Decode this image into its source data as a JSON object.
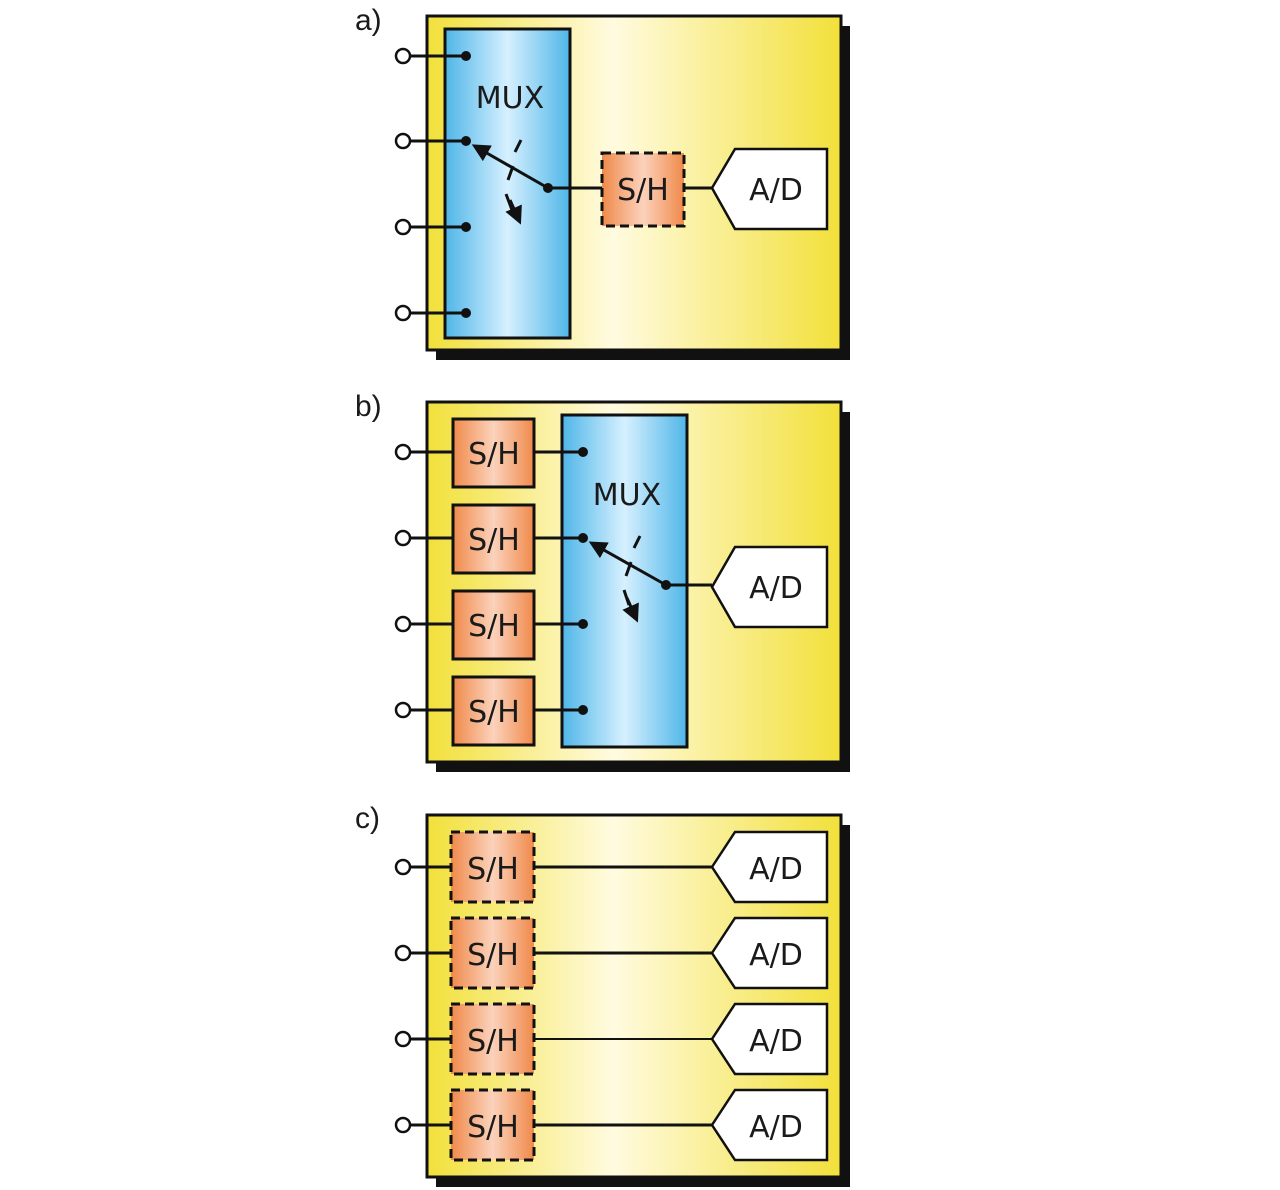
{
  "panels": [
    {
      "id": "a",
      "label": "a)",
      "mux_label": "MUX",
      "sh_label": "S/H",
      "ad_label": "A/D"
    },
    {
      "id": "b",
      "label": "b)",
      "mux_label": "MUX",
      "sh_labels": [
        "S/H",
        "S/H",
        "S/H",
        "S/H"
      ],
      "ad_label": "A/D"
    },
    {
      "id": "c",
      "label": "c)",
      "sh_labels": [
        "S/H",
        "S/H",
        "S/H",
        "S/H"
      ],
      "ad_labels": [
        "A/D",
        "A/D",
        "A/D",
        "A/D"
      ]
    }
  ],
  "colors": {
    "board_edge": "#f2e03a",
    "board_center": "#fffbe0",
    "mux_edge": "#4fb6e8",
    "mux_center": "#d6f0ff",
    "sh_edge": "#f08a4b",
    "sh_center": "#fbd2bb",
    "shadow": "#111111"
  }
}
